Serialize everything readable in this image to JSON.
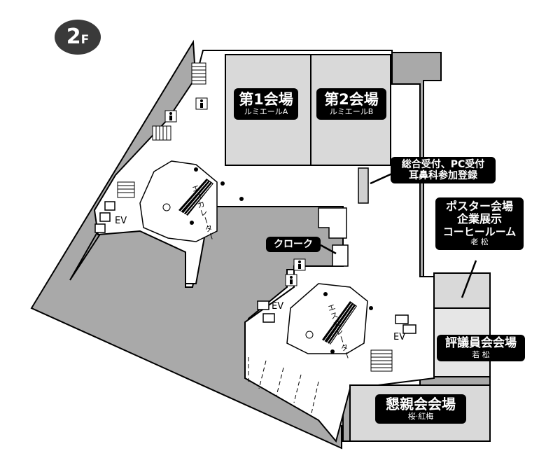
{
  "floor": {
    "number": "2",
    "suffix": "F"
  },
  "rooms": {
    "hall1": {
      "name": "第1会場",
      "sub": "ルミエールA"
    },
    "hall2": {
      "name": "第2会場",
      "sub": "ルミエールB"
    },
    "reception": {
      "line1": "総合受付、PC受付",
      "line2": "耳鼻科参加登録"
    },
    "poster": {
      "line1": "ポスター会場",
      "line2": "企業展示",
      "line3": "コーヒールーム",
      "room": "老 松"
    },
    "cloak": {
      "name": "クローク"
    },
    "council": {
      "name": "評議員会会場",
      "room": "若 松"
    },
    "banquet": {
      "name": "懇親会会場",
      "room": "桜·紅梅"
    }
  },
  "facilities": {
    "ev_label": "EV",
    "escalator_label": "エスカレーター"
  },
  "colors": {
    "floor_gray": "#a9a9a9",
    "room_gray": "#d9d9d9",
    "label_bg": "#000000",
    "wall": "#000000"
  }
}
